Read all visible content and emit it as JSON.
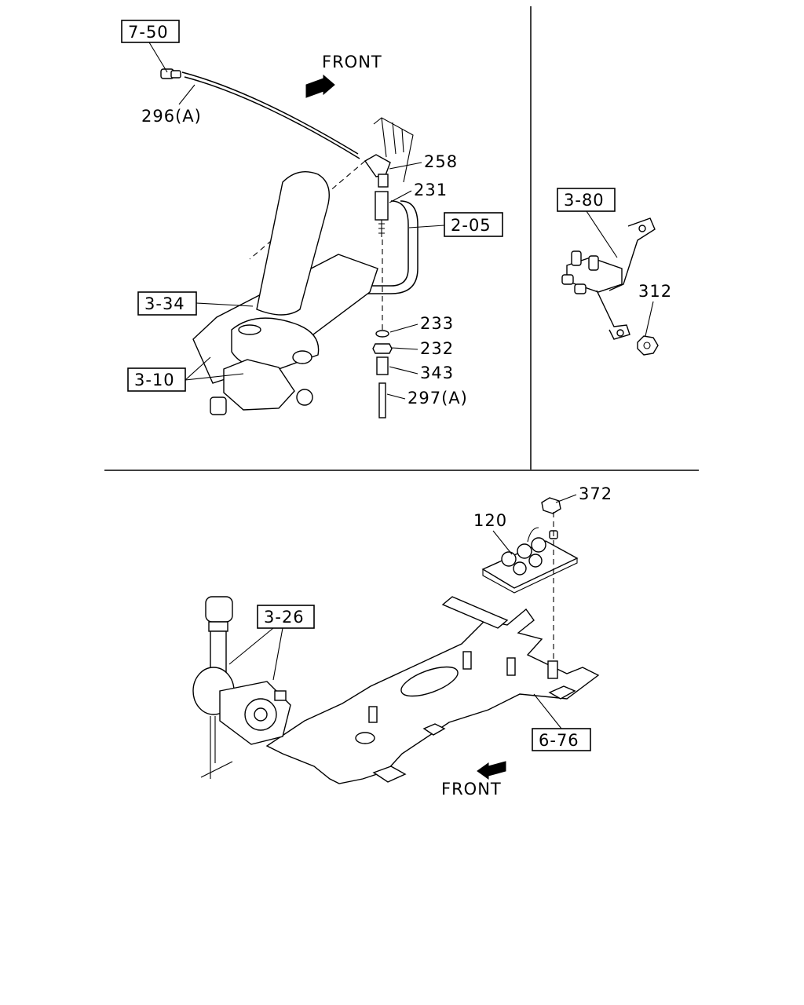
{
  "front_labels": {
    "top": "FRONT",
    "bottom": "FRONT"
  },
  "ref_boxes": {
    "r7_50": "7-50",
    "r2_05": "2-05",
    "r3_34": "3-34",
    "r3_10": "3-10",
    "r3_80": "3-80",
    "r3_26": "3-26",
    "r6_76": "6-76"
  },
  "part_numbers": {
    "p296a": "296(A)",
    "p258": "258",
    "p231": "231",
    "p233": "233",
    "p232": "232",
    "p343": "343",
    "p297a": "297(A)",
    "p312": "312",
    "p372": "372",
    "p120": "120"
  }
}
